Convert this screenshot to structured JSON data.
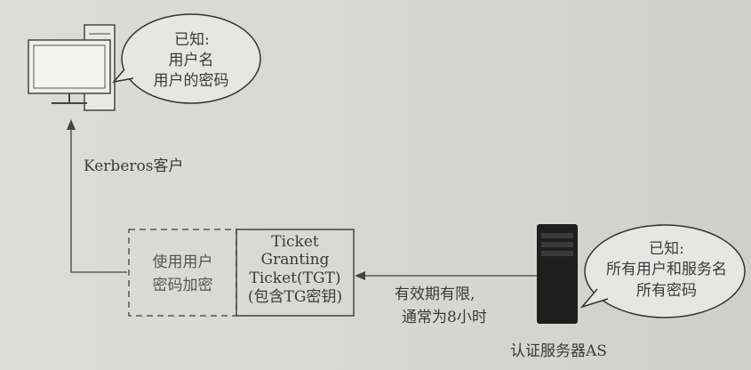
{
  "client": {
    "bubble_lines": [
      "已知:",
      "用户名",
      "用户的密码"
    ],
    "label": "Kerberos客户"
  },
  "ticket": {
    "encrypt_lines": [
      "使用用户",
      "密码加密"
    ],
    "tgt_lines": [
      "Ticket",
      "Granting",
      "Ticket(TGT)",
      "(包含TG密钥)"
    ]
  },
  "validity": [
    "有效期有限,",
    "通常为8小时"
  ],
  "server": {
    "bubble_lines": [
      "已知:",
      "所有用户和服务名",
      "所有密码"
    ],
    "label": "认证服务器AS"
  }
}
